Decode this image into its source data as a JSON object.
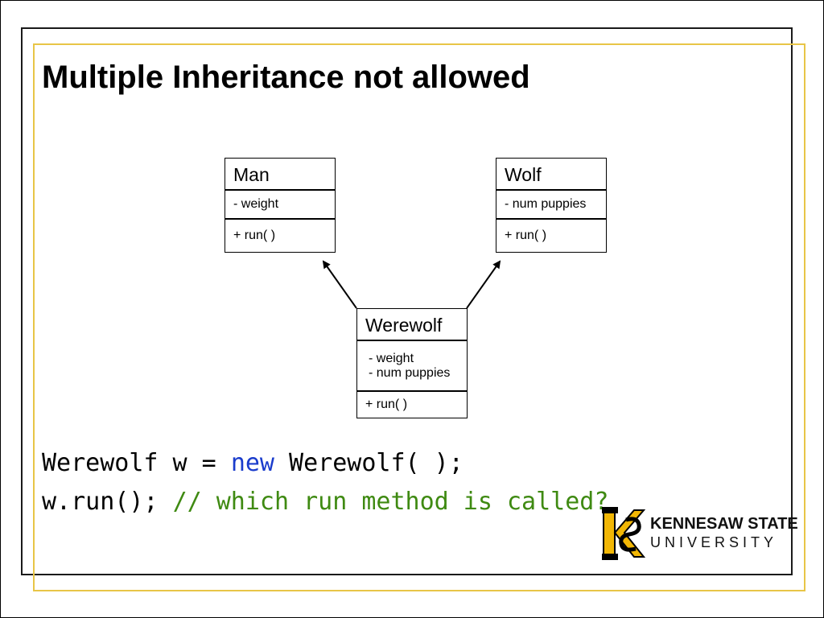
{
  "slide": {
    "title": "Multiple Inheritance not allowed"
  },
  "diagram": {
    "man": {
      "name": "Man",
      "attributes": [
        "- weight"
      ],
      "operations": [
        "+ run( )"
      ]
    },
    "wolf": {
      "name": "Wolf",
      "attributes": [
        "- num puppies"
      ],
      "operations": [
        "+ run( )"
      ]
    },
    "werewolf": {
      "name": "Werewolf",
      "attributes": [
        "- weight",
        "- num puppies"
      ],
      "operations": [
        "+ run( )"
      ]
    }
  },
  "code": {
    "line1": {
      "before": "Werewolf w = ",
      "keyword": "new",
      "after": " Werewolf( );"
    },
    "line2": {
      "before": "w.run(); ",
      "comment": "// which run method is called?"
    }
  },
  "logo": {
    "line1": "KENNESAW STATE",
    "line2": "UNIVERSITY",
    "colors": {
      "gold": "#f2b705",
      "black": "#000000"
    }
  },
  "colors": {
    "frame_gold": "#e8c547",
    "keyword": "#1a3ccc",
    "comment": "#3f8a12"
  }
}
